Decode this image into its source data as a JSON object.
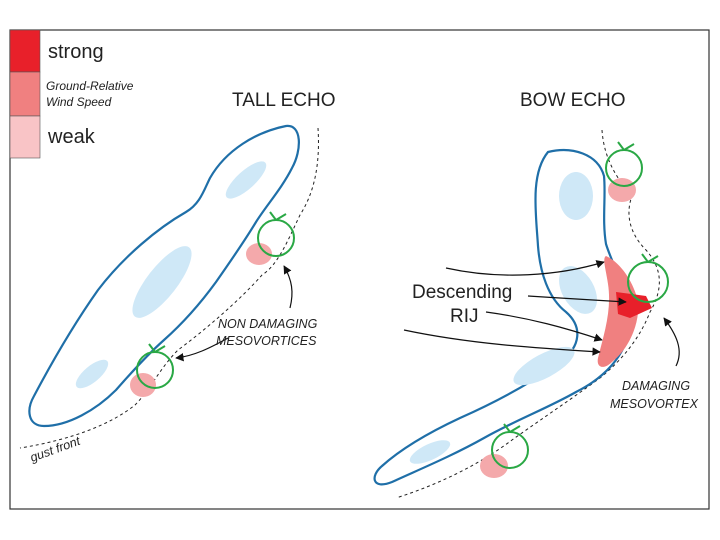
{
  "legend": {
    "strong": "strong",
    "ground_relative_line1": "Ground-Relative",
    "ground_relative_line2": "Wind Speed",
    "weak": "weak",
    "colors": {
      "strong": "#e8202a",
      "medium": "#f08080",
      "weak": "#f9c4c6"
    }
  },
  "panels": {
    "tall_echo": {
      "title": "TALL ECHO",
      "annotation_line1": "NON DAMAGING",
      "annotation_line2": "MESOVORTICES",
      "gust_front": "gust front"
    },
    "bow_echo": {
      "title": "BOW ECHO",
      "rij_line1": "Descending",
      "rij_line2": "RIJ",
      "annotation_line1": "DAMAGING",
      "annotation_line2": "MESOVORTEX"
    }
  },
  "colors": {
    "echo_outline": "#1f6fa8",
    "core_fill": "#cfe8f7",
    "vortex": "#2aa845",
    "frame": "#333333"
  },
  "icons": [
    "mesovortex-circle-icon",
    "arrow-icon"
  ]
}
